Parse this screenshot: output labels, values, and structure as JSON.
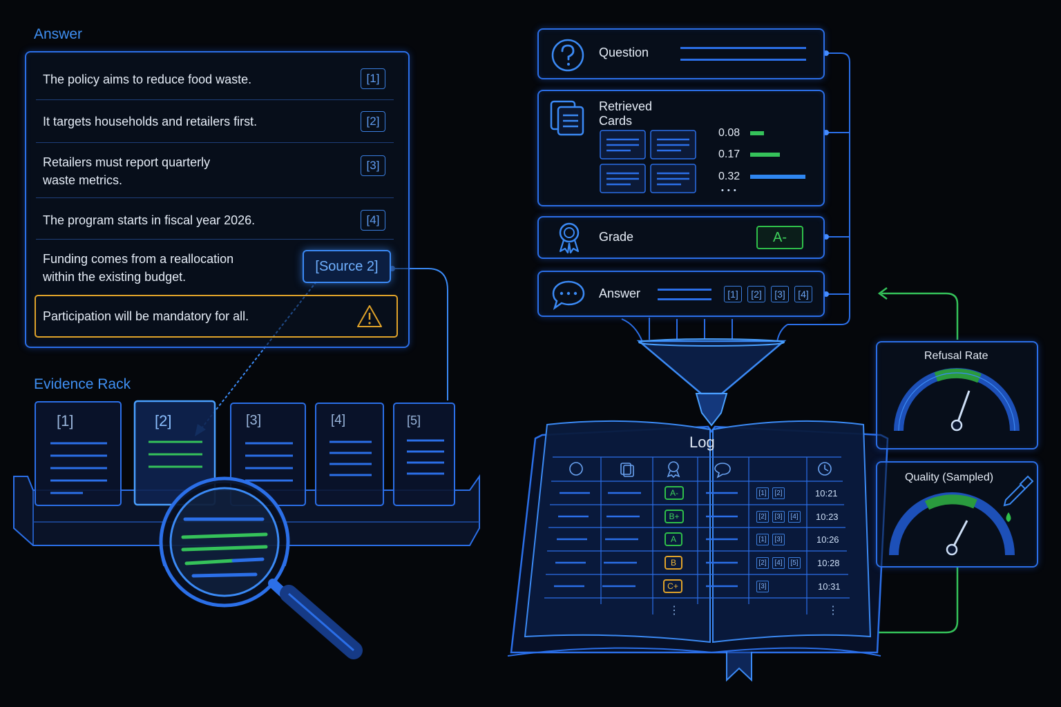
{
  "answer_panel": {
    "title": "Answer",
    "rows": [
      {
        "text": "The policy aims to reduce food waste.",
        "cite": "[1]"
      },
      {
        "text": "It targets households and retailers first.",
        "cite": "[2]"
      },
      {
        "text_line1": "Retailers must report quarterly",
        "text_line2": "waste metrics.",
        "cite": "[3]"
      },
      {
        "text": "The program starts in fiscal year 2026.",
        "cite": "[4]"
      },
      {
        "text_line1": "Funding comes from a reallocation",
        "text_line2": "within the existing budget.",
        "cite": "[Source 2]"
      }
    ],
    "flagged": "Participation will be mandatory for all."
  },
  "evidence_rack": {
    "title": "Evidence Rack",
    "cards": [
      "[1]",
      "[2]",
      "[3]",
      "[4]",
      "[5]"
    ]
  },
  "pipeline": {
    "question": "Question",
    "retrieved_line1": "Retrieved",
    "retrieved_line2": "Cards",
    "scores": [
      "0.08",
      "0.17",
      "0.32"
    ],
    "score_values": [
      0.08,
      0.17,
      0.32
    ],
    "score_more": "• • •",
    "grade": "Grade",
    "grade_value": "A-",
    "answer": "Answer",
    "answer_cites": [
      "[1]",
      "[2]",
      "[3]",
      "[4]"
    ]
  },
  "log": {
    "title": "Log",
    "rows": [
      {
        "grade": "A-",
        "cites": [
          "[1]",
          "[2]"
        ],
        "time": "10:21"
      },
      {
        "grade": "B+",
        "cites": [
          "[2]",
          "[3]",
          "[4]"
        ],
        "time": "10:23"
      },
      {
        "grade": "A",
        "cites": [
          "[1]",
          "[3]"
        ],
        "time": "10:26"
      },
      {
        "grade": "B",
        "cites": [
          "[2]",
          "[4]",
          "[5]"
        ],
        "time": "10:28"
      },
      {
        "grade": "C+",
        "cites": [
          "[3]"
        ],
        "time": "10:31"
      }
    ],
    "ellipsis": "⋮"
  },
  "gauges": {
    "refusal_title": "Refusal Rate",
    "quality_title": "Quality (Sampled)"
  },
  "colors": {
    "accent": "#2b6fe8",
    "green": "#2fbf4a",
    "amber": "#e0a32a",
    "background": "#05070b"
  }
}
